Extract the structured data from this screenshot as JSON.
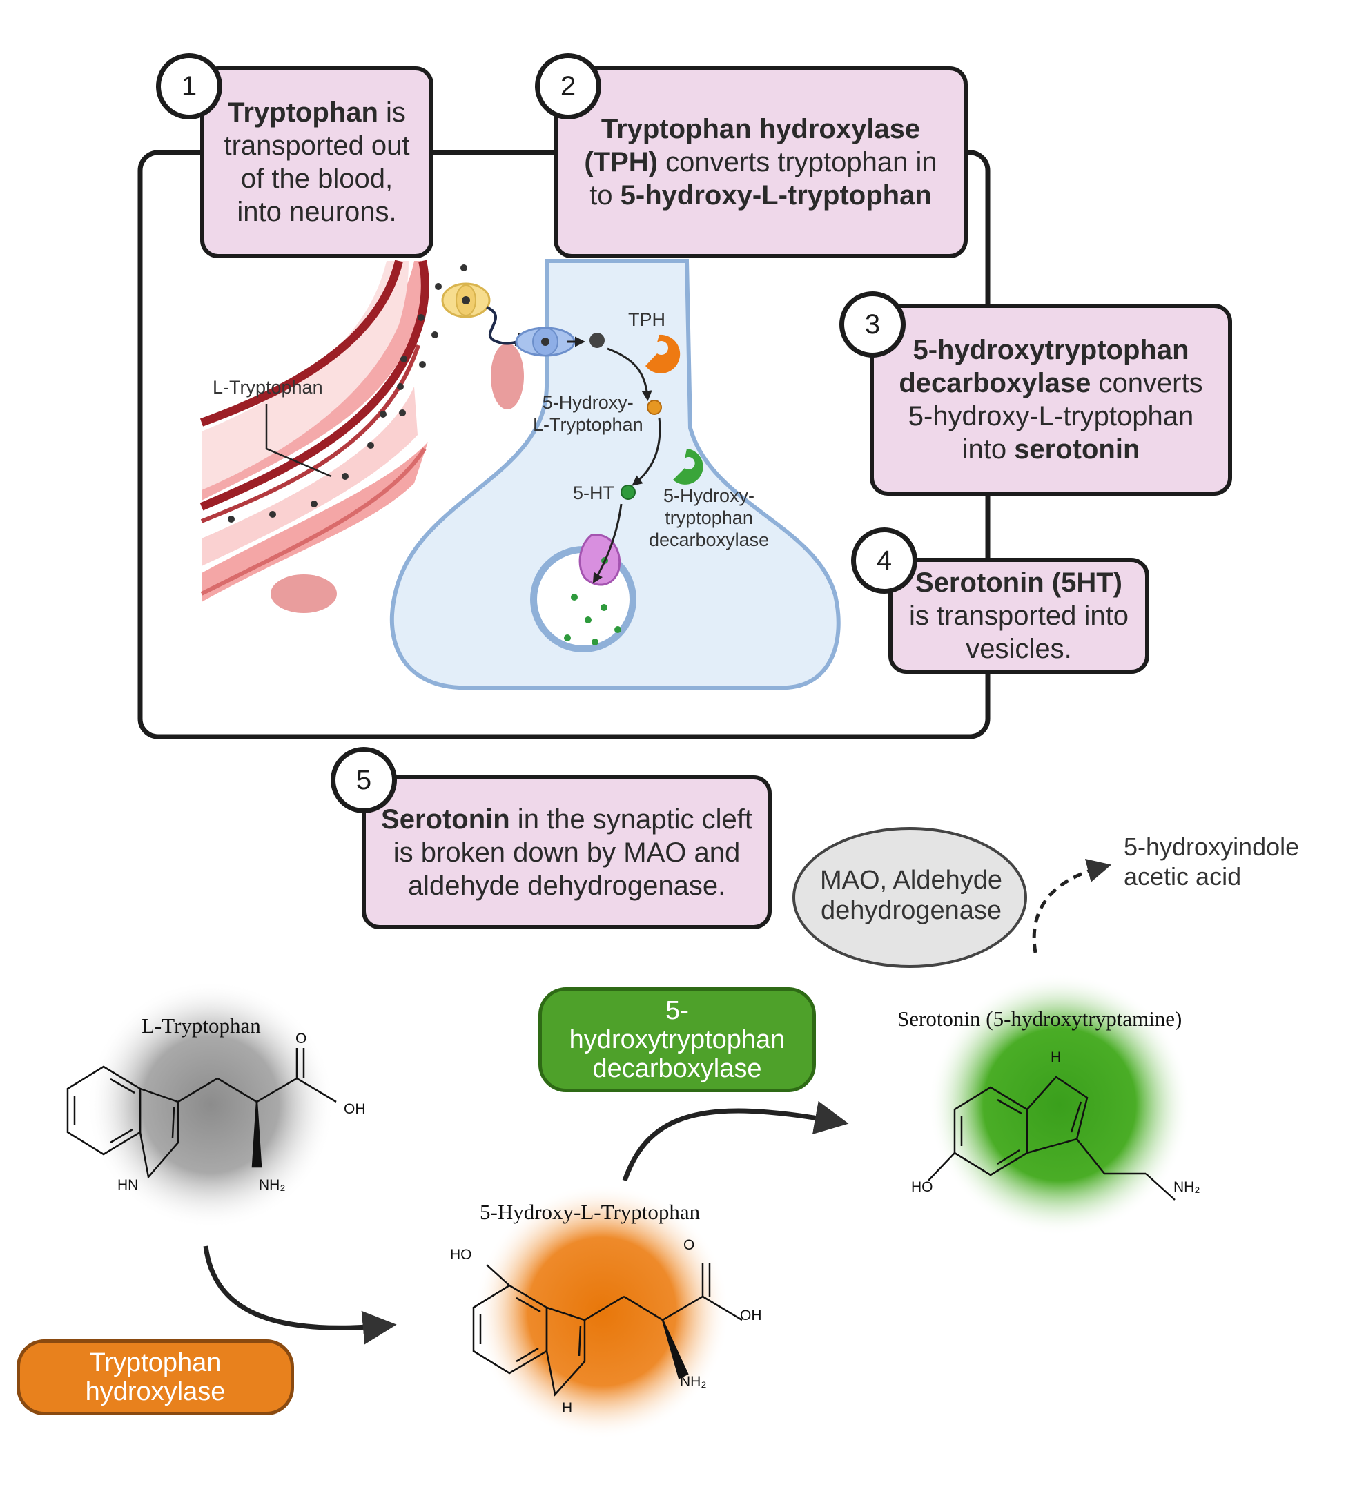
{
  "steps": [
    {
      "number": "1",
      "bold": "Tryptophan",
      "text": " is transported out of the blood, into neurons."
    },
    {
      "number": "2",
      "bold": "Tryptophan hydroxylase (TPH)",
      "text": " converts tryptophan in to ",
      "bold2": "5-hydroxy-L-tryptophan"
    },
    {
      "number": "3",
      "bold": "5-hydroxytryptophan decarboxylase",
      "text": " converts 5-hydroxy-L-tryptophan into ",
      "bold2": "serotonin"
    },
    {
      "number": "4",
      "bold": "Serotonin (5HT)",
      "text": " is transported into vesicles."
    },
    {
      "number": "5",
      "bold": "Serotonin",
      "text": " in the synaptic cleft is broken down by MAO and aldehyde dehydrogenase."
    }
  ],
  "illustration": {
    "l_tryptophan": "L-Tryptophan",
    "tph": "TPH",
    "hydroxy_l_trp": "5-Hydroxy-\nL-Tryptophan",
    "five_ht": "5-HT",
    "decarboxylase": "5-Hydroxy-\ntryptophan\ndecarboxylase"
  },
  "pathway": {
    "mao": "MAO, Aldehyde dehydrogenase",
    "product": "5-hydroxyindole acetic acid",
    "l_trp_title": "L-Tryptophan",
    "hydroxy_title": "5-Hydroxy-L-Tryptophan",
    "serotonin_title": "Serotonin (5-hydroxytryptamine)",
    "enzyme_orange": "Tryptophan hydroxylase",
    "enzyme_green": "5-hydroxytryptophan decarboxylase",
    "atoms": {
      "o": "O",
      "oh": "OH",
      "hn": "HN",
      "nh2": "NH₂",
      "ho": "HO",
      "h": "H"
    }
  },
  "colors": {
    "box_fill": "#efd8ea",
    "neuron_fill": "#e3eef9",
    "neuron_stroke": "#8fb0d8",
    "vessel_dark": "#9c1f26",
    "vessel_light": "#f6c4c4",
    "tph_orange": "#ee7a12",
    "decarb_green": "#3aa53a",
    "enzyme_orange": "#e8811d",
    "enzyme_green": "#4ea12a"
  }
}
